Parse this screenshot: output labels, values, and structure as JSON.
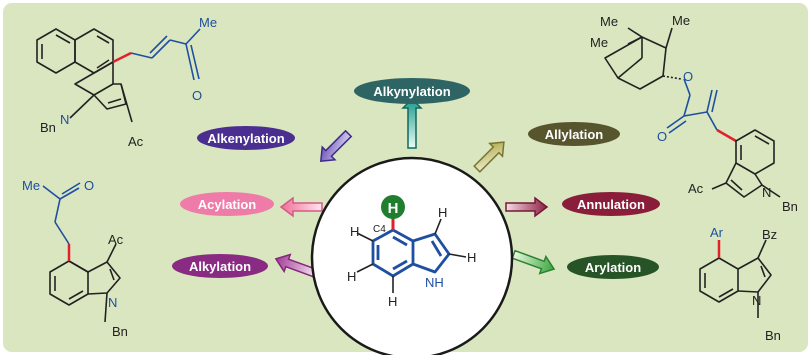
{
  "colors": {
    "background": "#d9e6bf",
    "bond_black": "#222222",
    "bond_blue": "#1f4fa0",
    "bond_red": "#e0202a"
  },
  "center": {
    "h_label": "H",
    "c4_label": "C4",
    "nh_label": "NH",
    "h_labels": [
      "H",
      "H",
      "H",
      "H",
      "H"
    ]
  },
  "reactions": [
    {
      "label": "Alkynylation",
      "color": "#2f6464"
    },
    {
      "label": "Alkenylation",
      "color": "#4a2f90"
    },
    {
      "label": "Allylation",
      "color": "#56552e"
    },
    {
      "label": "Acylation",
      "color": "#ef7ba8"
    },
    {
      "label": "Annulation",
      "color": "#8a1d3a"
    },
    {
      "label": "Alkylation",
      "color": "#892b83"
    },
    {
      "label": "Arylation",
      "color": "#275426"
    }
  ],
  "substituents": {
    "me": "Me",
    "bn": "Bn",
    "ac": "Ac",
    "bz": "Bz",
    "ar": "Ar",
    "o": "O",
    "n": "N"
  }
}
